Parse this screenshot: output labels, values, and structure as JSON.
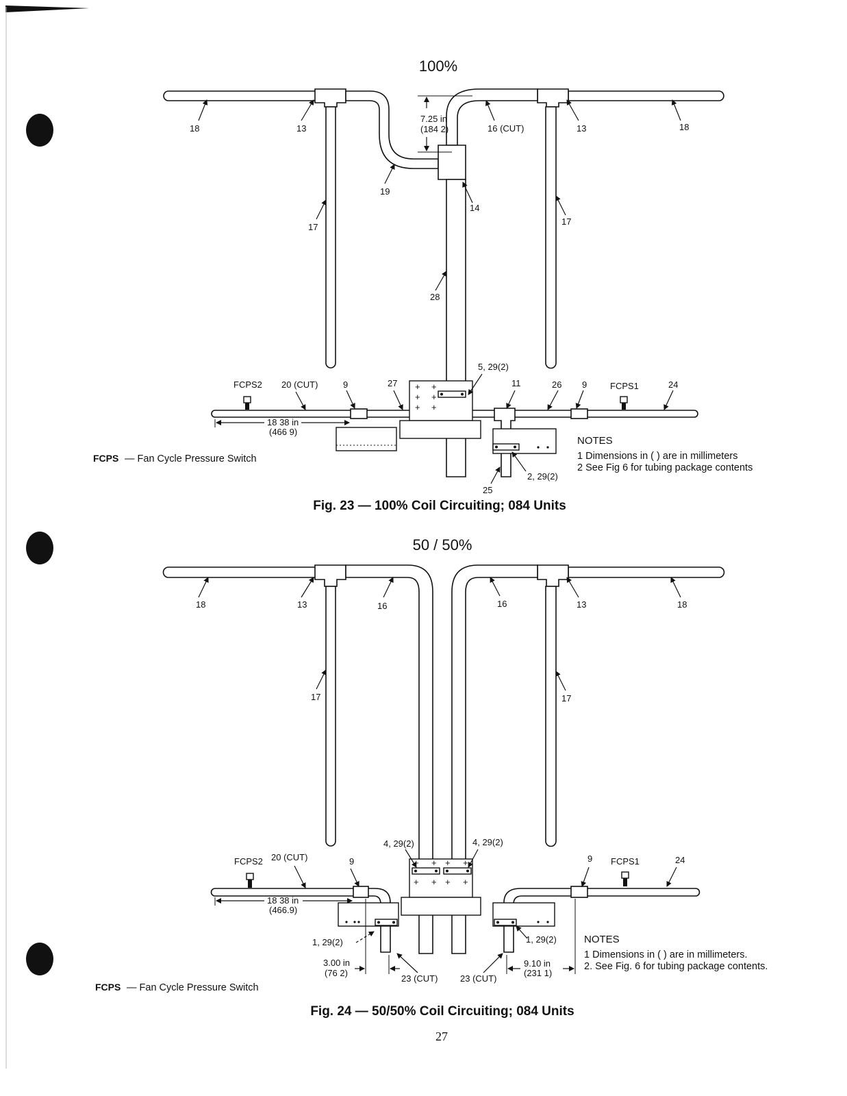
{
  "page_number": "27",
  "fig23": {
    "heading": "100%",
    "caption": "Fig. 23 — 100% Coil Circuiting; 084 Units",
    "legend_key": "FCPS",
    "legend_value": "— Fan Cycle Pressure Switch",
    "dim_top_in": "7.25 in",
    "dim_top_mm": "(184 2)",
    "dim_left_in": "18 38 in",
    "dim_left_mm": "(466 9)",
    "notes_title": "NOTES",
    "notes": [
      "1  Dimensions in (    ) are in millimeters",
      "2  See Fig  6 for tubing package contents"
    ],
    "labels": {
      "l18a": "18",
      "l13a": "13",
      "l16": "16 (CUT)",
      "l13b": "13",
      "l18b": "18",
      "l19": "19",
      "l14": "14",
      "l17a": "17",
      "l17b": "17",
      "l28": "28",
      "l5": "5, 29(2)",
      "fcps2": "FCPS2",
      "l20": "20 (CUT)",
      "l9a": "9",
      "l27": "27",
      "l11": "11",
      "l26": "26",
      "l9b": "9",
      "fcps1": "FCPS1",
      "l24": "24",
      "l2": "2, 29(2)",
      "l25": "25"
    }
  },
  "fig24": {
    "heading": "50 / 50%",
    "caption": "Fig. 24 — 50/50% Coil Circuiting; 084 Units",
    "legend_key": "FCPS",
    "legend_value": "— Fan Cycle Pressure Switch",
    "dim_left_in": "18 38 in",
    "dim_left_mm": "(466.9)",
    "dim_bl_in": "3.00 in",
    "dim_bl_mm": "(76 2)",
    "dim_br_in": "9.10 in",
    "dim_br_mm": "(231 1)",
    "notes_title": "NOTES",
    "notes": [
      "1  Dimensions in (    ) are in millimeters.",
      "2.  See Fig. 6 for tubing package contents."
    ],
    "labels": {
      "l18a": "18",
      "l13a": "13",
      "l16a": "16",
      "l16b": "16",
      "l13b": "13",
      "l18b": "18",
      "l17a": "17",
      "l17b": "17",
      "l4a": "4, 29(2)",
      "l4b": "4, 29(2)",
      "fcps2": "FCPS2",
      "l20": "20 (CUT)",
      "l9a": "9",
      "l9b": "9",
      "fcps1": "FCPS1",
      "l24": "24",
      "l1a": "1, 29(2)",
      "l1b": "1, 29(2)",
      "l23a": "23 (CUT)",
      "l23b": "23 (CUT)"
    }
  }
}
